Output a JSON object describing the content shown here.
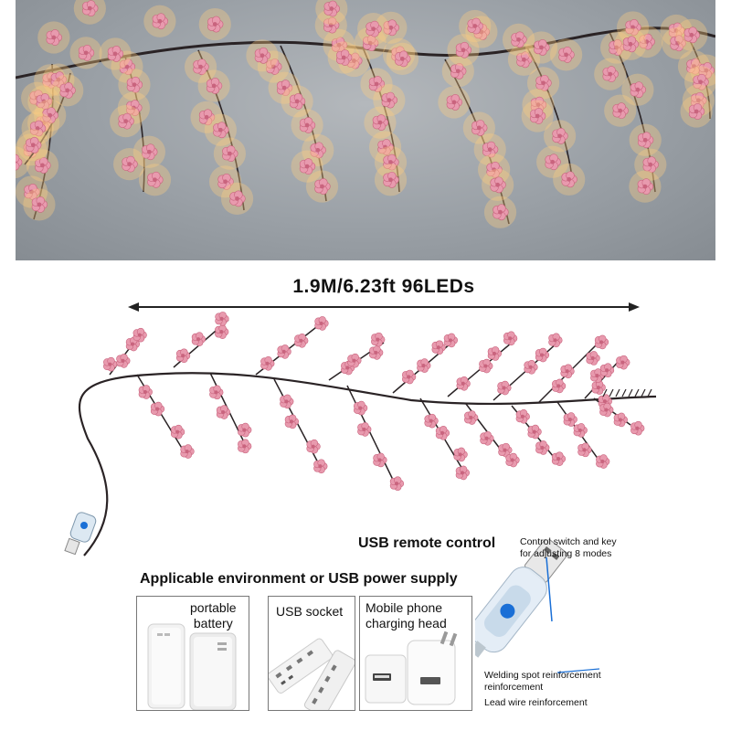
{
  "dimension": {
    "text": "1.9M/6.23ft 96LEDs"
  },
  "usb_remote": {
    "title": "USB remote control"
  },
  "power": {
    "title": "Applicable environment or USB power supply"
  },
  "panels": [
    {
      "label": "portable\nbattery"
    },
    {
      "label": "USB socket"
    },
    {
      "label": "Mobile phone\ncharging head"
    }
  ],
  "annotations": {
    "control": "Control switch and key\nfor adjusting 8 modes",
    "welding": "Welding spot reinforcement\nreinforcement",
    "lead": "Lead wire reinforcement"
  },
  "colors": {
    "blossom": "#e89aae",
    "blossom_dark": "#c9647e",
    "branch": "#2a2325",
    "wall": "#9aa0a6",
    "glow": "#ffcf80",
    "button_blue": "#1a6fd6"
  }
}
